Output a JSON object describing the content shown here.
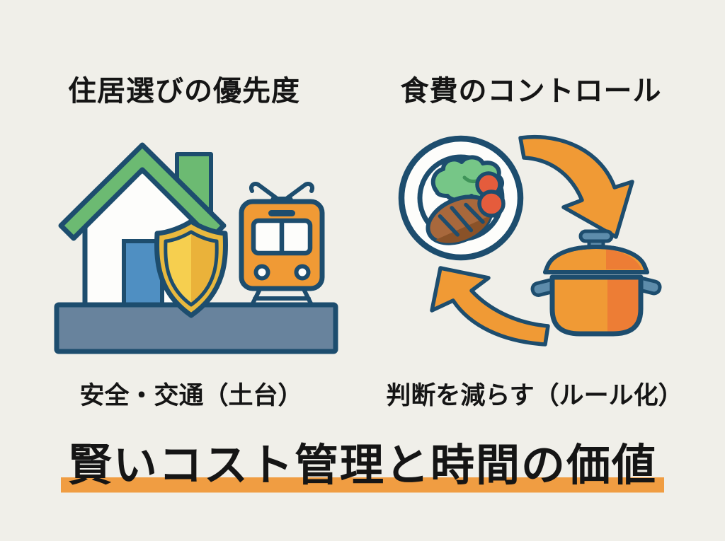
{
  "panels": {
    "left": {
      "heading": "住居選びの優先度",
      "caption": "安全・交通（土台）",
      "icons": [
        "house-icon",
        "shield-icon",
        "train-icon",
        "foundation-platform"
      ]
    },
    "right": {
      "heading": "食費のコントロール",
      "caption": "判断を減らす（ルール化）",
      "icons": [
        "meal-plate-icon",
        "clockwise-arrow-top-icon",
        "cooking-pot-icon",
        "clockwise-arrow-bottom-icon"
      ]
    }
  },
  "title": {
    "text": "賢いコスト管理と時間の価値"
  },
  "colors": {
    "bg": "#f0efe9",
    "ink": "#151515",
    "navy": "#1d4d6e",
    "green": "#6cba72",
    "door": "#4f8fc2",
    "slate": "#68839d",
    "gold": "#e9b93e",
    "goldlight": "#f6cf4f",
    "golddark": "#eab23a",
    "orange": "#f09a35",
    "orangedark": "#ed7d35",
    "steel": "#5d8cab",
    "lettuce": "#76c687",
    "lettucedark": "#3f9459",
    "steak": "#a8683c",
    "steakdark": "#8a5228",
    "tomato": "#e55c3c",
    "highlight": "#f09d42",
    "paper": "#fdfdfb"
  }
}
